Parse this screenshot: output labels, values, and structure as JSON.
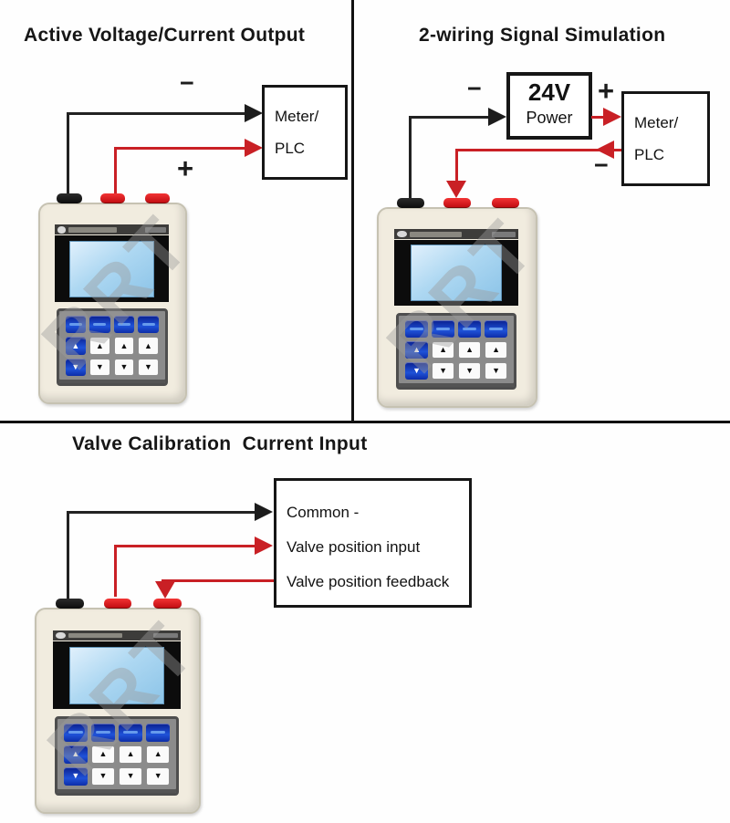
{
  "panel1": {
    "title": "Active Voltage/Current Output",
    "minus": "−",
    "plus": "+",
    "meter_box": {
      "line1": "Meter/",
      "line2": "PLC"
    }
  },
  "panel2": {
    "title": "2-wiring Signal Simulation",
    "minus": "−",
    "plus": "+",
    "minus2": "−",
    "power_box": {
      "line1": "24V",
      "line2": "Power"
    },
    "meter_box": {
      "line1": "Meter/",
      "line2": "PLC"
    }
  },
  "panel3": {
    "title": "Valve Calibration  Current Input",
    "io_box": {
      "line1": "Common -",
      "line2": "Valve position input",
      "line3": "Valve position feedback"
    }
  },
  "device": {
    "watermark": "RRT"
  },
  "colors": {
    "wire_black": "#222222",
    "wire_red": "#c92025",
    "terminal_red": "#d9131a",
    "device_body": "#f1ecdf",
    "screen_blue": "#aed8f2"
  }
}
